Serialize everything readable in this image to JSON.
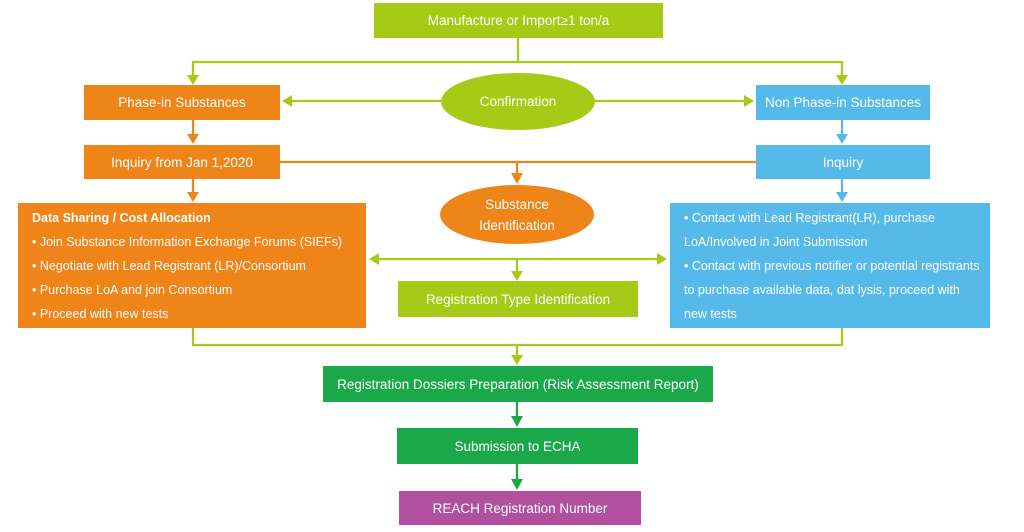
{
  "colors": {
    "green": "#a5cb16",
    "orange": "#ef8419",
    "blue": "#55b9e9",
    "dark_green": "#1aa84a",
    "purple": "#b0509e",
    "text": "#ffffff",
    "canvas_background": "#ffffff"
  },
  "flowchart": {
    "nodes": {
      "manufacture": {
        "label": "Manufacture or Import≥1 ton/a"
      },
      "confirmation": {
        "label": "Confirmation"
      },
      "phase_in": {
        "label": "Phase-in Substances"
      },
      "non_phase_in": {
        "label": "Non Phase-in Substances"
      },
      "inquiry_from_jan": {
        "label": "Inquiry from Jan 1,2020"
      },
      "inquiry": {
        "label": "Inquiry"
      },
      "substance_identification": {
        "label": "Substance Identification"
      },
      "data_sharing": {
        "title": "Data Sharing / Cost Allocation",
        "bullets": [
          "• Join Substance Information Exchange Forums (SIEFs)",
          "• Negotiate with Lead Registrant (LR)/Consortium",
          "• Purchase LoA and join Consortium",
          "• Proceed with new tests"
        ]
      },
      "contact": {
        "bullets": [
          "• Contact with Lead Registrant(LR), purchase LoA/Involved in Joint Submission",
          "• Contact with previous notifier or potential registrants to purchase available data, dat lysis, proceed with new tests"
        ]
      },
      "registration_type": {
        "label": "Registration Type Identification"
      },
      "dossiers": {
        "label": "Registration Dossiers Preparation (Risk Assessment Report)"
      },
      "submission": {
        "label": "Submission to ECHA"
      },
      "reach_number": {
        "label": "REACH Registration Number"
      }
    }
  }
}
